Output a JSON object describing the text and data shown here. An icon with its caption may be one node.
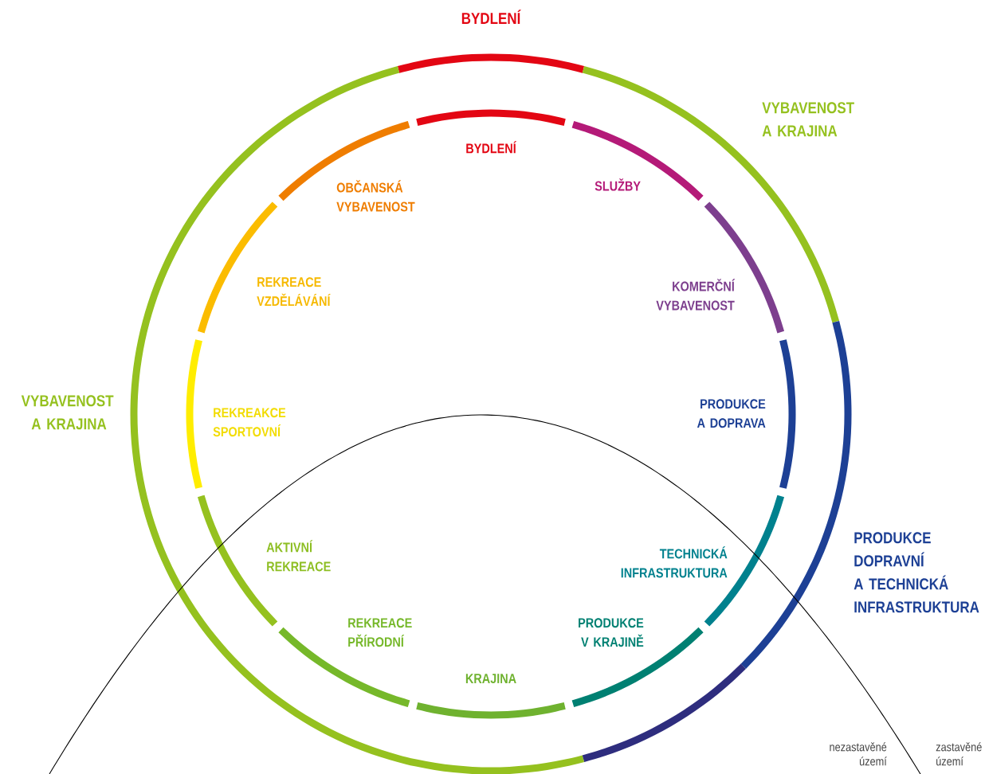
{
  "diagram": {
    "labels": [
      "BYDLENÍ",
      "VYBAVENOST A KRAJINA",
      "VYBAVENOST A KRAJINA",
      "PRODUKCE DOPRAVNÍ A TECHNICKÁ INFRASTRUKTURA",
      "BYDLENÍ",
      "OBČANSKÁ VYBAVENOST",
      "SLUŽBY",
      "REKREACE VZDĚLÁVÁNÍ",
      "KOMERČNÍ VYBAVENOST",
      "REKREAKCE SPORTOVNÍ",
      "PRODUKCE A DOPRAVA",
      "AKTIVNÍ REKREACE",
      "TECHNICKÁ INFRASTRUKTURA",
      "REKREACE PŘÍRODNÍ",
      "PRODUKCE V KRAJINĚ",
      "KRAJINA",
      "nezastavěné území",
      "zastavěné území"
    ]
  }
}
